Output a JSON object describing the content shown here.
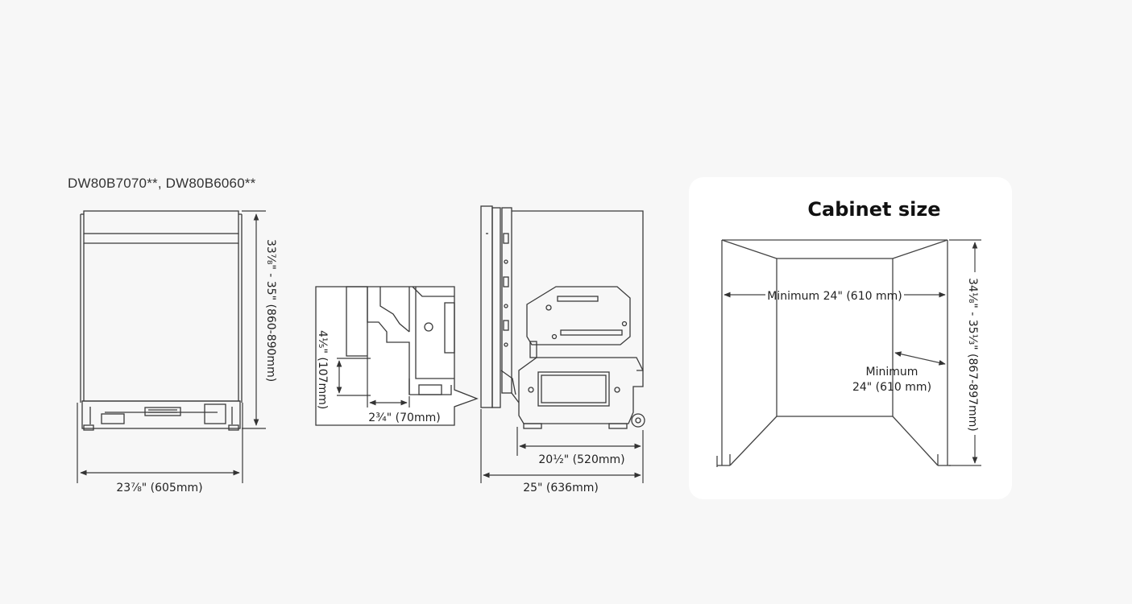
{
  "model_title": "DW80B7070**, DW80B6060**",
  "front_view": {
    "width_label": "23⅞\" (605mm)",
    "height_label": "33⅞\" - 35\" (860-890mm)"
  },
  "detail_view": {
    "vertical_label": "4⅕\" (107mm)",
    "horizontal_label": "2¾\" (70mm)"
  },
  "side_view": {
    "inner_depth_label": "20½\" (520mm)",
    "outer_depth_label": "25\" (636mm)"
  },
  "cabinet": {
    "title": "Cabinet size",
    "width_label": "Minimum  24\" (610 mm)",
    "depth_label_line1": "Minimum",
    "depth_label_line2": "24\" (610 mm)",
    "height_label": "34⅛\" - 35⅓\" (867-897mm)"
  },
  "colors": {
    "background": "#f7f7f7",
    "card": "#ffffff",
    "line": "#3a3a3a",
    "text": "#222222"
  }
}
